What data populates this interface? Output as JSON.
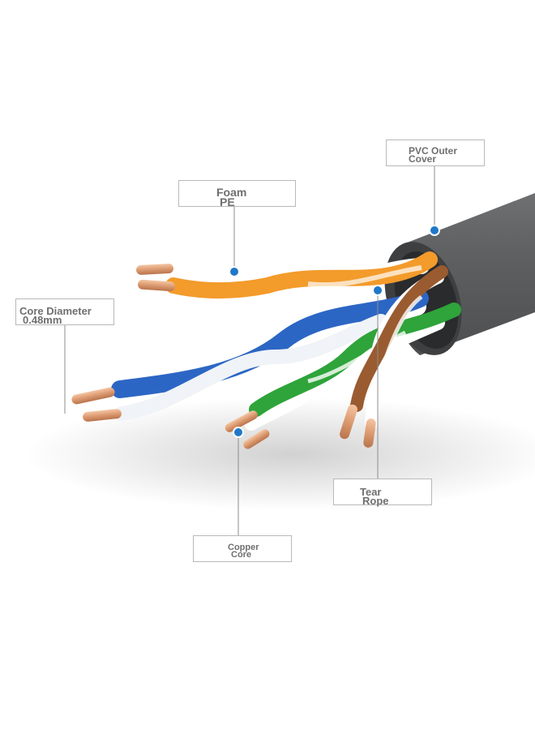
{
  "labels": {
    "pvc_outer_cover": {
      "line1": "PVC Outer",
      "line2": "Cover"
    },
    "foam_pe": {
      "line1": "Foam",
      "line2": "PE"
    },
    "core_diameter": {
      "line1": "Core Diameter",
      "line2": "0.48mm"
    },
    "tear_rope": {
      "line1": "Tear",
      "line2": "Rope"
    },
    "copper_core": {
      "line1": "Copper",
      "line2": "Core"
    }
  },
  "colors": {
    "jacket": "#5e6062",
    "orange": "#f39b2b",
    "blue": "#2c66c4",
    "green": "#2ea43a",
    "brown": "#9a5b30",
    "copper": "#e3a57c",
    "marker": "#1f78c8",
    "leader_line": "#8c8c8c"
  }
}
